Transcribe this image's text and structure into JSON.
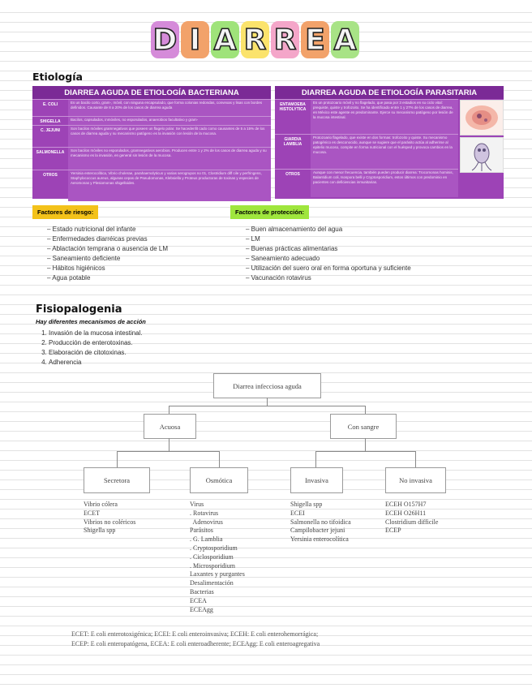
{
  "title_letters": [
    {
      "ch": "D",
      "color": "#d58bd9"
    },
    {
      "ch": "I",
      "color": "#f2a26a"
    },
    {
      "ch": "A",
      "color": "#9fe37a"
    },
    {
      "ch": "R",
      "color": "#fbe36c"
    },
    {
      "ch": "R",
      "color": "#f4a6c9"
    },
    {
      "ch": "E",
      "color": "#f2a26a"
    },
    {
      "ch": "A",
      "color": "#a8e386"
    }
  ],
  "etiologia": {
    "heading": "Etiología",
    "bacterial": {
      "header": "DIARREA AGUDA DE ETIOLOGÍA BACTERIANA",
      "rows": [
        {
          "label": "E. COLI",
          "text": "Es un bacilo corto, gram-, móvil, con ninguna encapsulado, que forma colonias redondas, convexas y lisas con bordes definidos. Causante de 8 a 20% de los casos de diarrea aguda"
        },
        {
          "label": "SHIGELLA",
          "text": "Bacilos, capsulados, inmóviles, no esporulados, anaerobios facultativo y gram-"
        },
        {
          "label": "C. JEJUNI",
          "text": "Son bacilos móviles gramnegativos que poseen un flagelo polar. Se hacedenfit cado como causantes de 5 a 15% de los casos de diarrea aguda y su mecanismo patógeno es la invasión con lesión de la mucosa."
        },
        {
          "label": "SALMONELLA",
          "text": "Son bacilos móviles no esporulados, gramnegativos aerobios. Producen entre 1 y 2% de los casos de diarrea aguda y su mecanismo es la invasión, en general sin lesión de la mucosa."
        },
        {
          "label": "OTROS",
          "text": "Yersinia enterocolítica, Vibrio cholerae, parahaemolyticus y varias serogrupos no 01, Clostridium diff cile y perfringens, Staphylococcus aureus, algunas cepas de Pseudomonas, Klebsiella y Proteus productoras de toxinas y especies de Aeromonas y Plesiomonas shigelloides."
        }
      ]
    },
    "parasitic": {
      "header": "DIARREA AGUDA DE ETIOLOGÍA PARASITARIA",
      "rows": [
        {
          "label": "ENTAMOEBA HISTOLYTICA",
          "text": "Es un protozoario móvil y no flagelado, que pasa por 3 estadios en su ciclo vital: prequiste, quiste y trofozoito. Se ha identificado entre 1 y 27% de los casos de diarrea, en México este agente es predominante. Ejerce su mecanismo patógeno por lesión de la mucosa intestinal."
        },
        {
          "label": "GIARDIA LAMBLIA",
          "text": "Protozoario flagelado, que existe en dos formas: trofozoito y quiste. Su mecanismo patogénico es desconocido, aunque se sugiere que el parásito actúa al adherirse al epitelio mucoso, compite en forma nutricional con el huésped y provoca cambios en la mucosa."
        },
        {
          "label": "OTROS",
          "text": "Aunque con menor frecuencia, también pueden producir diarrea: Trocomonas hominis, Balantidium coli, Isospora belli y Cryptosporidium, estos últimos con predominio en pacientes con deficiencias inmunitarias."
        }
      ]
    }
  },
  "risk": {
    "label": "Factores de riesgo:",
    "color": "#f3c21a",
    "items": [
      "Estado nutricional del infante",
      "Enfermedades diarréicas previas",
      "Ablactación temprana o ausencia de LM",
      "Saneamiento deficiente",
      "Hábitos higiénicos",
      "Agua potable"
    ]
  },
  "protection": {
    "label": "Factores de protección:",
    "color": "#9fe63d",
    "items": [
      "Buen almacenamiento del agua",
      "LM",
      "Buenas prácticas alimentarias",
      "Saneamiento adecuado",
      "Utilización del suero oral en forma oportuna y suficiente",
      "Vacunación rotavirus"
    ]
  },
  "fisio": {
    "heading": "Fisiopalogenia",
    "subtitle": "Hay diferentes mecanismos de acción",
    "mechanisms": [
      "Invasión de la mucosa intestinal.",
      "Producción de enterotoxinas.",
      "Elaboración de citotoxinas.",
      "Adherencia"
    ]
  },
  "diagram": {
    "root": "Diarrea infecciosa aguda",
    "acuosa": "Acuosa",
    "con_sangre": "Con sangre",
    "secretora": "Secretora",
    "osmotica": "Osmótica",
    "invasiva": "Invasiva",
    "no_invasiva": "No invasiva",
    "secretora_items": [
      "Vibrio cólera",
      "ECET",
      "Vibrios no coléricos",
      "Shigella spp"
    ],
    "osmotica_items": [
      "Virus",
      ". Rotavirus",
      "  Adenovirus",
      "Parásitos",
      ". G. Lamblia",
      ". Cryptosporidium",
      ". Ciclosporidium",
      ". Microsporidium",
      "Laxantes y purgantes",
      "Desalimentación",
      "Bacterias",
      "ECEA",
      "ECEAgg"
    ],
    "invasiva_items": [
      "Shigella spp",
      "ECEI",
      "Salmonella no tifoidica",
      "Campilobacter jejuni",
      "Yersinia enterocolítica"
    ],
    "no_invasiva_items": [
      "ECEH O157H7",
      "ECEH O26H11",
      "Clostridium difficile",
      "ECEP"
    ]
  },
  "footnote": {
    "line1": "ECET: E coli enterotoxigénica; ECEI: E coli enteroinvasiva; ECEH: E coli enterohemorrágica;",
    "line2": "ECEP: E coli enteropatógena, ECEA: E coli enteroadherente; ECEAgg: E coli enteroagregativa"
  }
}
